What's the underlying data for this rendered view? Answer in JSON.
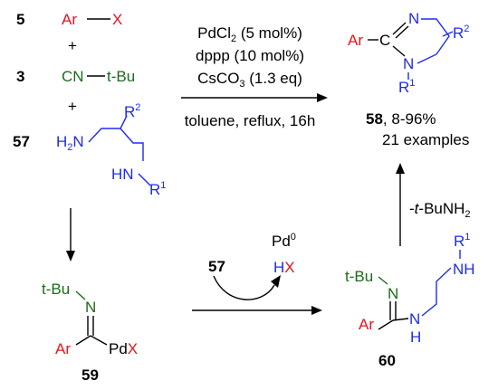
{
  "colors": {
    "aryl": "#e8141b",
    "isocyanide": "#1a6c1a",
    "amine": "#1f2bf0",
    "black": "#000000"
  },
  "reagents": {
    "aryl_halide": {
      "num": "5",
      "ar": "Ar",
      "x": "X"
    },
    "plus1": "+",
    "isocyanide": {
      "num": "3",
      "cn": "CN",
      "tbu": "t-Bu"
    },
    "plus2": "+",
    "diamine": {
      "num": "57",
      "h2n": "H",
      "h2n_sub": "2",
      "h2n_n": "N",
      "hn": "HN",
      "r1": "R",
      "r1_sup": "1",
      "r2": "R",
      "r2_sup": "2"
    }
  },
  "conditions": {
    "catalyst": "PdCl",
    "catalyst_sub": "2",
    "catalyst_load": " (5 mol%)",
    "ligand": "dppp (10 mol%)",
    "base": "CsCO",
    "base_sub": "3",
    "base_load": " (1.3 eq)",
    "solvent": "toluene, reflux, 16h"
  },
  "product": {
    "num": "58",
    "yield": ", 8-96%",
    "examples": "21 examples",
    "ar": "Ar",
    "c": "C",
    "n1": "N",
    "n2": "N",
    "r1": "R",
    "r1_sup": "1",
    "r2": "R",
    "r2_sup": "2"
  },
  "elimination": {
    "dash": "-",
    "tbu": "t",
    "rest": "-BuNH",
    "sub": "2"
  },
  "intermediate59": {
    "num": "59",
    "tbu": "t-Bu",
    "n": "N",
    "ar": "Ar",
    "pd": "Pd",
    "x": "X"
  },
  "middle_step": {
    "num": "57",
    "pd0": "Pd",
    "pd0_sup": "0",
    "hx_h": "H",
    "hx_x": "X"
  },
  "intermediate60": {
    "num": "60",
    "tbu": "t-Bu",
    "n_imine": "N",
    "ar": "Ar",
    "nh_n": "N",
    "nh_h": "H",
    "nh2": "NH",
    "r1": "R",
    "r1_sup": "1"
  }
}
